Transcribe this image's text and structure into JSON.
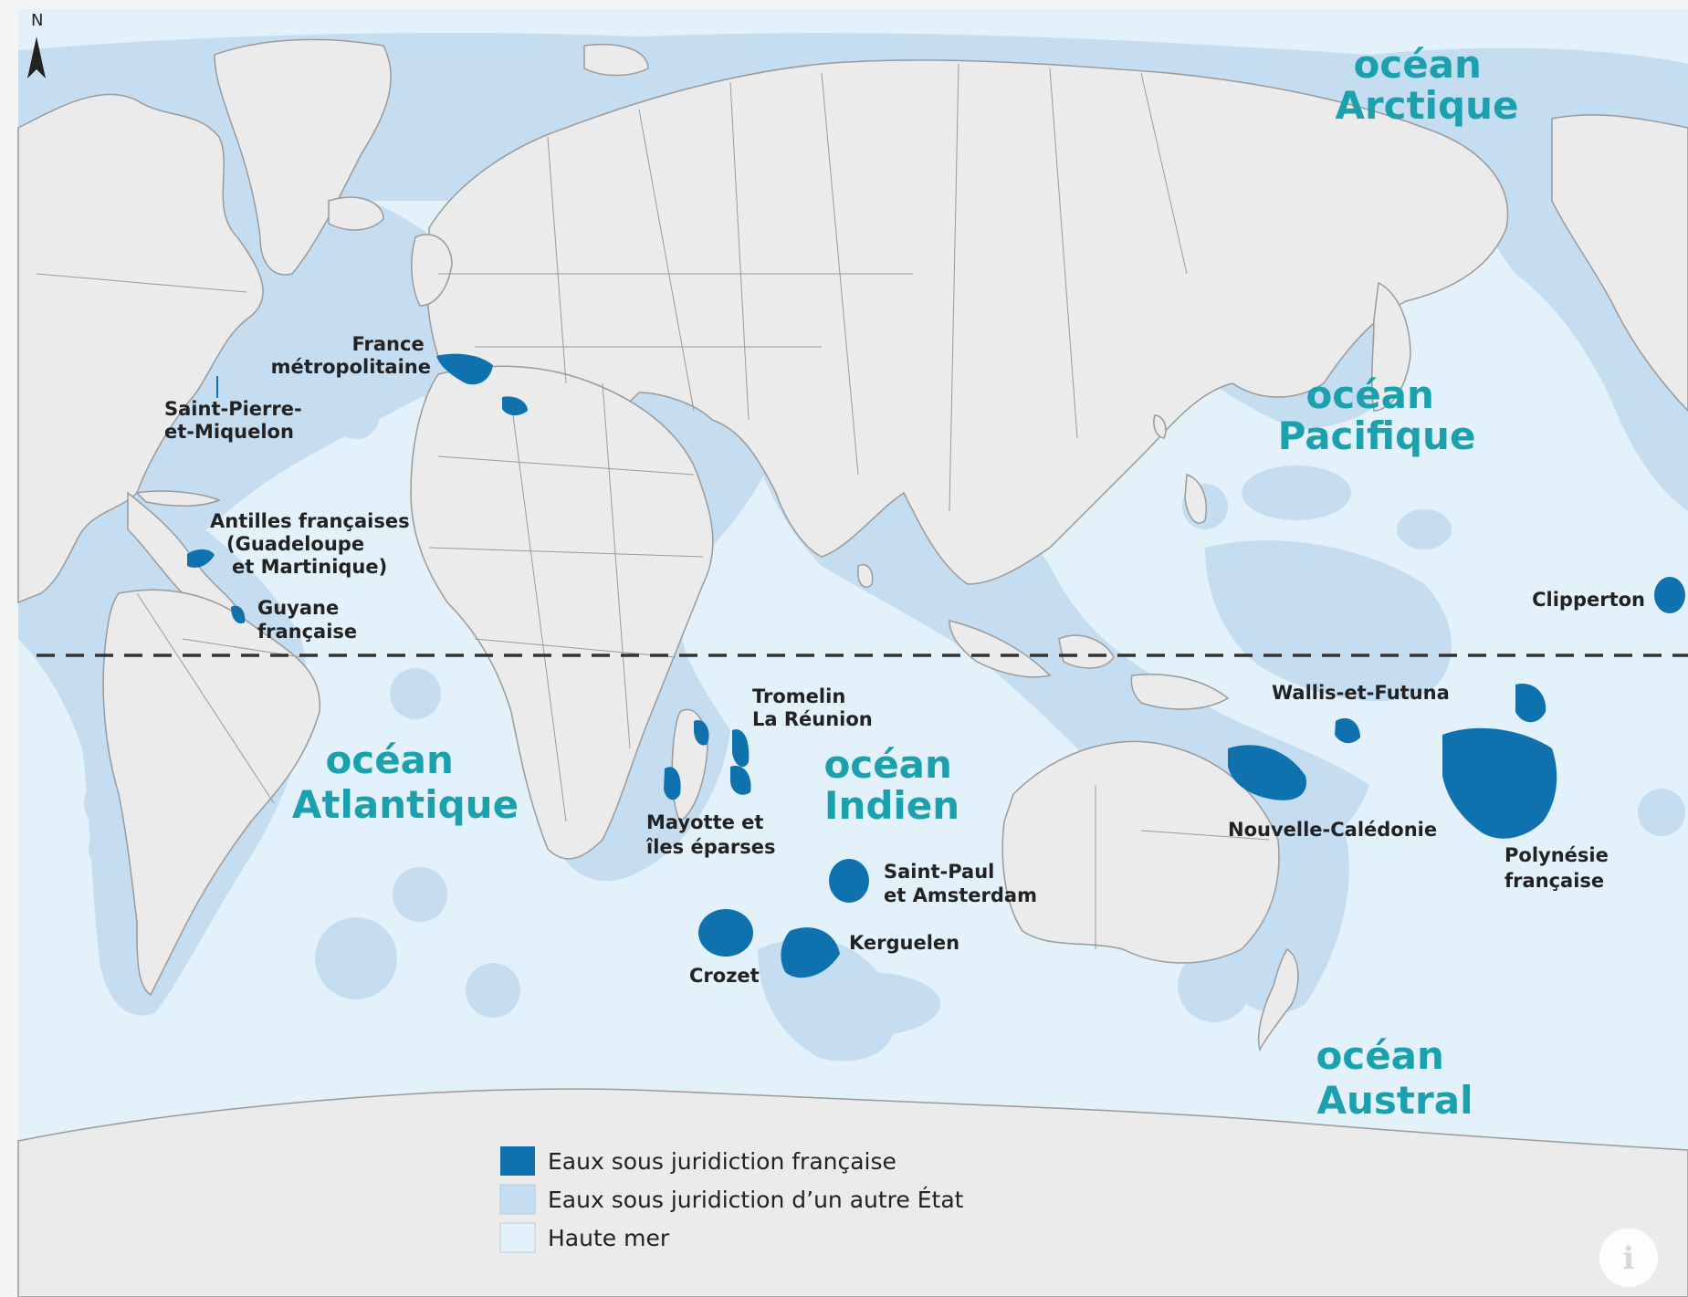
{
  "colors": {
    "high_sea": "#e3f1fb",
    "other_state_waters": "#c5ddf1",
    "french_waters": "#0f72ae",
    "land": "#ebebec",
    "land_border": "#9a9a9a",
    "ocean_label": "#1aa1ad",
    "label_text": "#222222",
    "frame": "#f4f5f6"
  },
  "north": {
    "letter": "N"
  },
  "oceans": {
    "arctic": [
      "océan",
      "Arctique"
    ],
    "pacific": [
      "océan",
      "Pacifique"
    ],
    "atlantic": [
      "océan",
      "Atlantique"
    ],
    "indian": [
      "océan",
      "Indien"
    ],
    "southern": [
      "océan",
      "Austral"
    ]
  },
  "territories": {
    "france_metro": [
      "France",
      "métropolitaine"
    ],
    "saint_pierre": [
      "Saint-Pierre-",
      "et-Miquelon"
    ],
    "antilles": [
      "Antilles françaises",
      "(Guadeloupe",
      "et Martinique)"
    ],
    "guyane": [
      "Guyane",
      "française"
    ],
    "clipperton": [
      "Clipperton"
    ],
    "tromelin": [
      "Tromelin"
    ],
    "reunion": [
      "La Réunion"
    ],
    "mayotte": [
      "Mayotte et",
      "îles éparses"
    ],
    "saint_paul": [
      "Saint-Paul",
      "et Amsterdam"
    ],
    "crozet": [
      "Crozet"
    ],
    "kerguelen": [
      "Kerguelen"
    ],
    "wallis": [
      "Wallis-et-Futuna"
    ],
    "nouvelle_caledonie": [
      "Nouvelle-Calédonie"
    ],
    "polynesie": [
      "Polynésie",
      "française"
    ]
  },
  "legend": {
    "items": [
      {
        "label": "Eaux sous juridiction française",
        "color": "#0f72ae"
      },
      {
        "label": "Eaux sous juridiction d’un autre État",
        "color": "#c5ddf1"
      },
      {
        "label": "Haute mer",
        "color": "#e3f1fb"
      }
    ]
  },
  "info_icon": {
    "glyph": "i"
  }
}
